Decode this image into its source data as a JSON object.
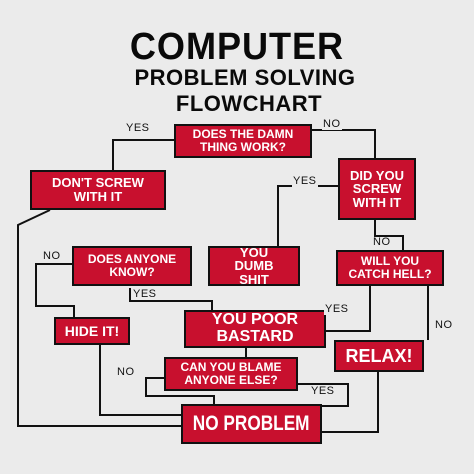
{
  "title": {
    "line1": "COMPUTER",
    "line2": "PROBLEM SOLVING",
    "line3": "FLOWCHART"
  },
  "nodes": {
    "does_it_work": "DOES THE DAMN THING WORK?",
    "dont_screw": "DON'T SCREW WITH IT",
    "did_you_screw": "DID YOU SCREW WITH IT",
    "you_dumb": "YOU DUMB SHIT",
    "catch_hell": "WILL YOU CATCH HELL?",
    "anyone_know": "DOES ANYONE KNOW?",
    "hide_it": "HIDE IT!",
    "poor_bastard": "YOU POOR BASTARD",
    "blame": "CAN YOU BLAME ANYONE ELSE?",
    "relax": "RELAX!",
    "no_problem": "NO PROBLEM"
  },
  "edge_labels": {
    "work_yes": "YES",
    "work_no": "NO",
    "screw_yes": "YES",
    "screw_no": "NO",
    "know_no": "NO",
    "know_yes": "YES",
    "hell_yes": "YES",
    "hell_no": "NO",
    "blame_no": "NO",
    "blame_yes": "YES"
  },
  "colors": {
    "box_fill": "#c8102e",
    "box_text": "#ffffff",
    "line": "#111111",
    "background": "#ebebeb"
  }
}
